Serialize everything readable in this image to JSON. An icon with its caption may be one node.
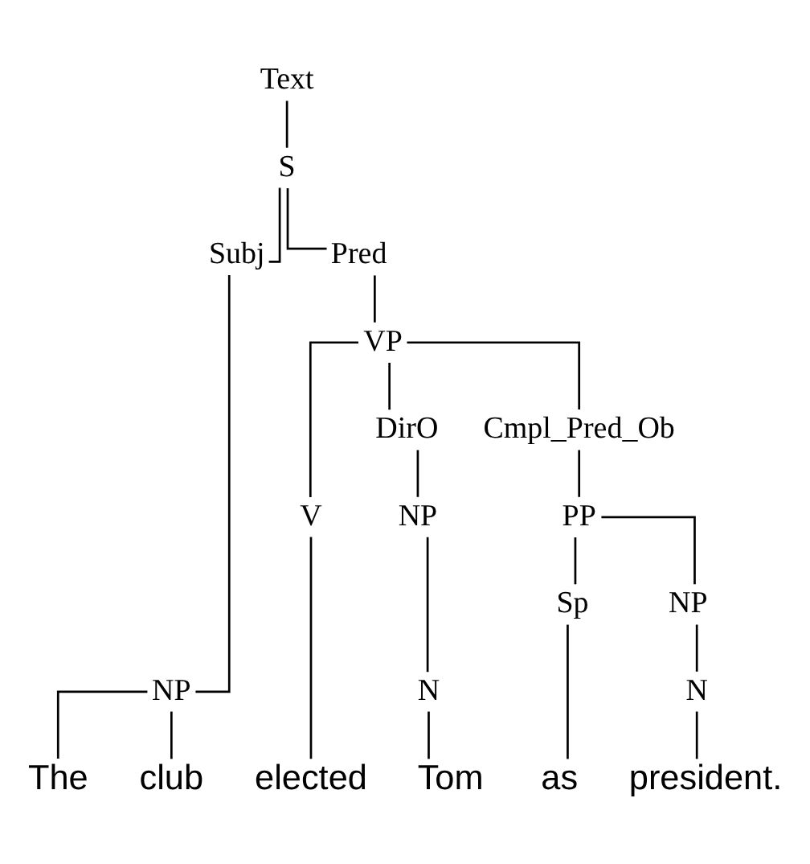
{
  "diagram": {
    "nodes": [
      {
        "text": [
          "Text"
        ]
      },
      {
        "text": [
          "S"
        ]
      },
      {
        "text": [
          "Pred"
        ]
      },
      {
        "text": [
          "VP"
        ]
      },
      {
        "text": [
          "Cmpl_Pred_Ob"
        ]
      },
      {
        "text": [
          "DirO"
        ]
      },
      {
        "text": [
          "PP"
        ]
      },
      {
        "text": [
          "Subj"
        ]
      },
      {
        "text": [
          "NP"
        ]
      },
      {
        "text": [
          "NP"
        ]
      },
      {
        "text": [
          "NP"
        ]
      },
      {
        "text": [
          "V"
        ]
      },
      {
        "text": [
          "N"
        ]
      },
      {
        "text": [
          "Sp"
        ]
      },
      {
        "text": [
          "N"
        ]
      },
      {
        "text": [
          "The"
        ]
      },
      {
        "text": [
          "club"
        ]
      },
      {
        "text": [
          "elected"
        ]
      },
      {
        "text": [
          "Tom"
        ]
      },
      {
        "text": [
          "as"
        ]
      },
      {
        "text": [
          "president."
        ]
      }
    ],
    "edges": [
      {
        "from": 0,
        "to": 1,
        "arrow": "none"
      },
      {
        "from": 1,
        "to": 7,
        "arrow": "none"
      },
      {
        "from": 1,
        "to": 2,
        "arrow": "none"
      },
      {
        "from": 2,
        "to": 3,
        "arrow": "none"
      },
      {
        "from": 3,
        "to": 11,
        "arrow": "none"
      },
      {
        "from": 3,
        "to": 5,
        "arrow": "none"
      },
      {
        "from": 3,
        "to": 4,
        "arrow": "none"
      },
      {
        "from": 4,
        "to": 6,
        "arrow": "none"
      },
      {
        "from": 5,
        "to": 8,
        "arrow": "none"
      },
      {
        "from": 8,
        "to": 12,
        "arrow": "none"
      },
      {
        "from": 6,
        "to": 13,
        "arrow": "none"
      },
      {
        "from": 6,
        "to": 9,
        "arrow": "none"
      },
      {
        "from": 9,
        "to": 14,
        "arrow": "none"
      },
      {
        "from": 7,
        "to": 10,
        "arrow": "none"
      },
      {
        "from": 10,
        "to": 15,
        "arrow": "none"
      },
      {
        "from": 10,
        "to": 16,
        "arrow": "none"
      },
      {
        "from": 11,
        "to": 17,
        "arrow": "none"
      },
      {
        "from": 12,
        "to": 18,
        "arrow": "none"
      },
      {
        "from": 13,
        "to": 19,
        "arrow": "none"
      },
      {
        "from": 14,
        "to": 20,
        "arrow": "none"
      }
    ]
  }
}
